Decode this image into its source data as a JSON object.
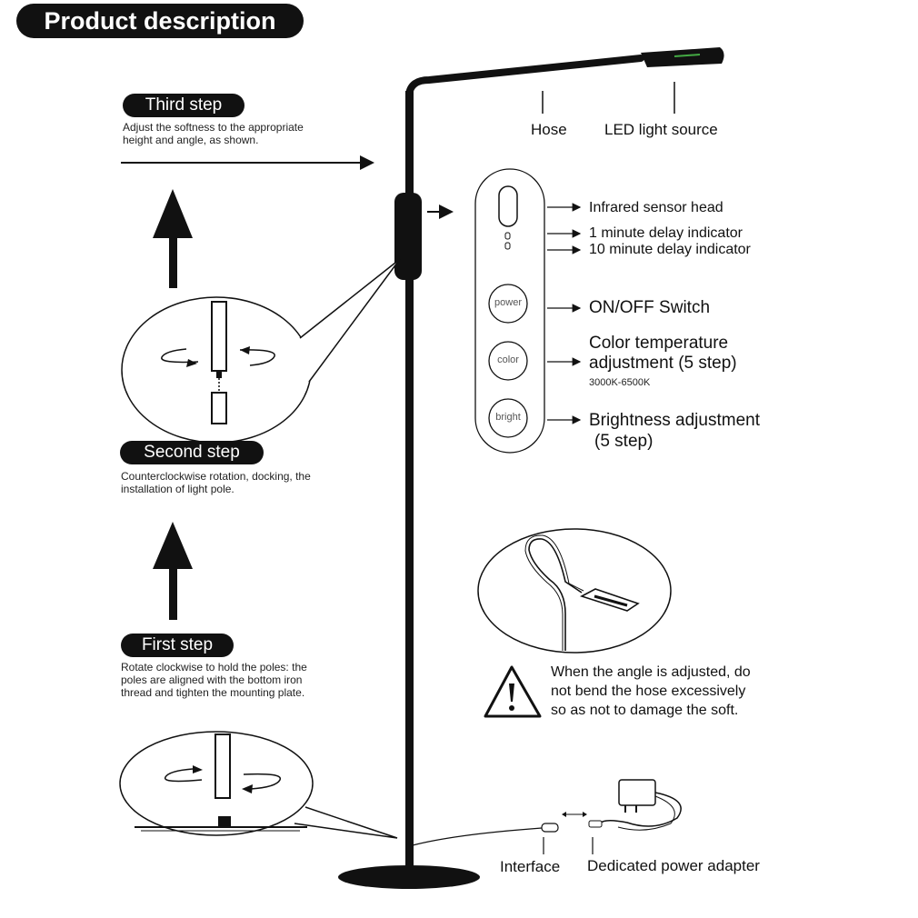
{
  "title": "Product description",
  "steps": {
    "third": {
      "label": "Third step",
      "text": "Adjust the softness to the appropriate height and angle, as shown."
    },
    "second": {
      "label": "Second step",
      "text": "Counterclockwise rotation, docking, the installation of light pole."
    },
    "first": {
      "label": "First step",
      "text": "Rotate clockwise to hold the poles: the poles are aligned with the bottom iron thread and tighten the mounting plate."
    }
  },
  "lamp_labels": {
    "hose": "Hose",
    "led": "LED light source",
    "interface": "Interface",
    "adapter": "Dedicated power adapter"
  },
  "control_panel": {
    "buttons": {
      "power": "power",
      "color": "color",
      "bright": "bright"
    },
    "labels": {
      "infrared": "Infrared sensor head",
      "delay1": "1 minute delay indicator",
      "delay10": "10 minute delay indicator",
      "onoff": "ON/OFF Switch",
      "color_line1": "Color temperature",
      "color_line2": "adjustment (5 step)",
      "color_range": "3000K-6500K",
      "bright_line1": "Brightness adjustment",
      "bright_line2": "(5 step)"
    }
  },
  "warning": {
    "line1": "When the angle is adjusted, do",
    "line2": "not bend the hose excessively",
    "line3": "so as not to damage the soft."
  }
}
